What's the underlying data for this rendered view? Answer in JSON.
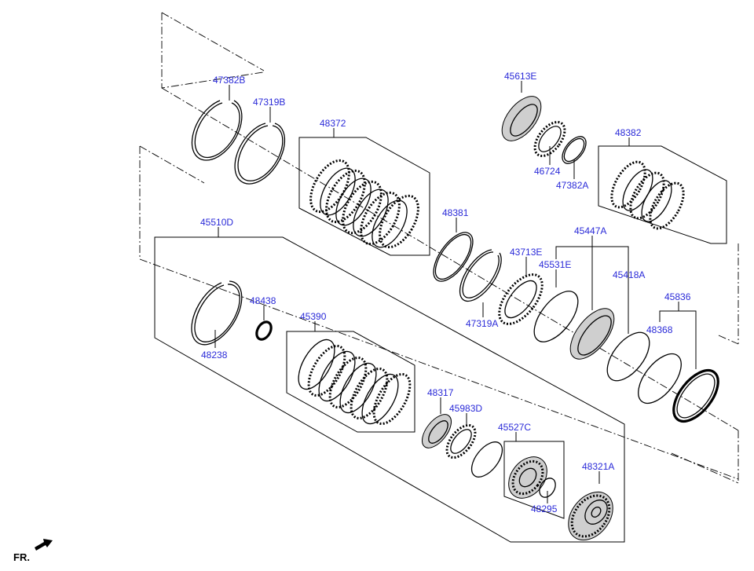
{
  "diagram": {
    "parts": [
      {
        "id": "p47382B",
        "label": "47382B"
      },
      {
        "id": "p47319B",
        "label": "47319B"
      },
      {
        "id": "p48372",
        "label": "48372"
      },
      {
        "id": "p45613E",
        "label": "45613E"
      },
      {
        "id": "p46724",
        "label": "46724"
      },
      {
        "id": "p47382A",
        "label": "47382A"
      },
      {
        "id": "p48382",
        "label": "48382"
      },
      {
        "id": "p48381",
        "label": "48381"
      },
      {
        "id": "p47319A",
        "label": "47319A"
      },
      {
        "id": "p43713E",
        "label": "43713E"
      },
      {
        "id": "p45447A",
        "label": "45447A"
      },
      {
        "id": "p45531E",
        "label": "45531E"
      },
      {
        "id": "p45418A",
        "label": "45418A"
      },
      {
        "id": "p45836",
        "label": "45836"
      },
      {
        "id": "p48368",
        "label": "48368"
      },
      {
        "id": "p45510D",
        "label": "45510D"
      },
      {
        "id": "p48438",
        "label": "48438"
      },
      {
        "id": "p48238",
        "label": "48238"
      },
      {
        "id": "p45390",
        "label": "45390"
      },
      {
        "id": "p48317",
        "label": "48317"
      },
      {
        "id": "p45983D",
        "label": "45983D"
      },
      {
        "id": "p45527C",
        "label": "45527C"
      },
      {
        "id": "p48321A",
        "label": "48321A"
      },
      {
        "id": "p48295",
        "label": "48295"
      }
    ],
    "front_label": "FR.",
    "label_color": "#2a2ad8"
  }
}
